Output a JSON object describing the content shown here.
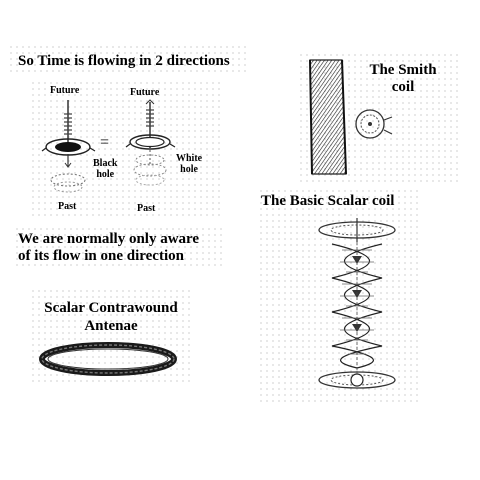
{
  "title": "So Time is flowing in 2 directions",
  "left_diagram": {
    "future_left": "Future",
    "future_right": "Future",
    "black_hole_line1": "Black",
    "black_hole_line2": "hole",
    "white_hole_line1": "White",
    "white_hole_line2": "hole",
    "past_left": "Past",
    "past_right": "Past",
    "equals_sign": "="
  },
  "awareness_line1": "We are normally only aware",
  "awareness_line2": "of its flow in one direction",
  "antenna_title_line1": "Scalar Contrawound",
  "antenna_title_line2": "Antenae",
  "smith_coil_line1": "The Smith",
  "smith_coil_line2": "coil",
  "basic_scalar_coil": "The Basic Scalar coil",
  "icons": [
    "black-hole-icon",
    "white-hole-icon",
    "smith-coil-icon",
    "toroid-ring-icon",
    "scalar-coil-icon"
  ]
}
